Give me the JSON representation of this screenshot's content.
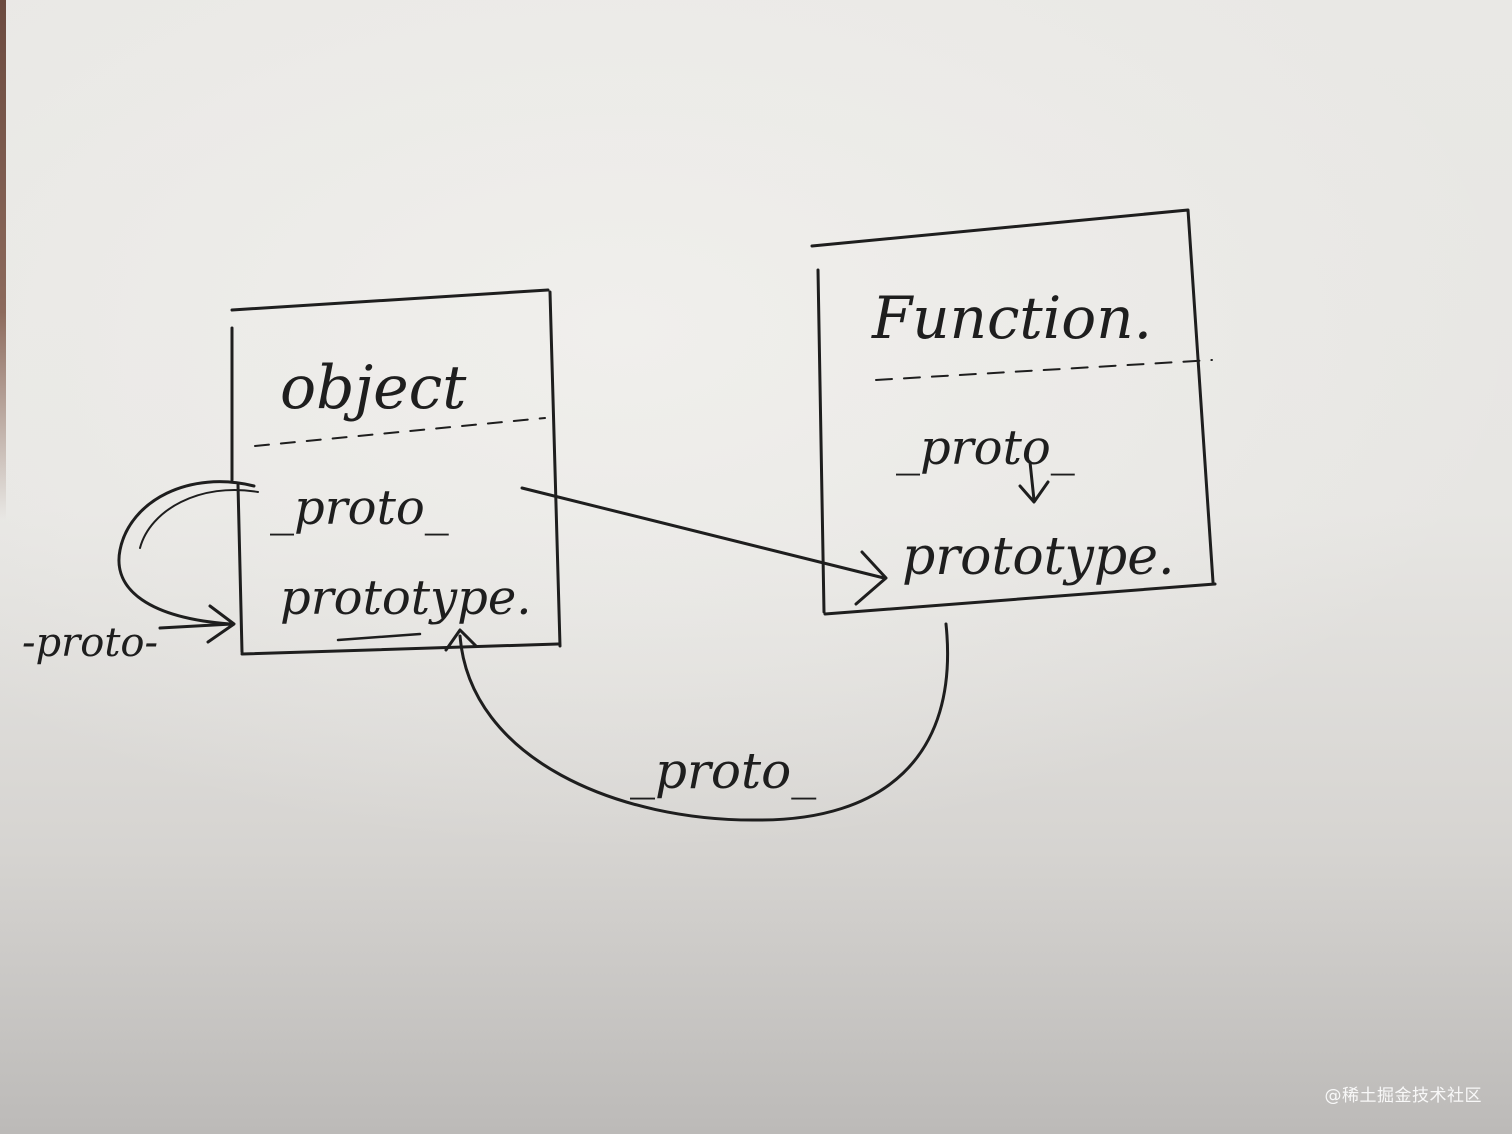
{
  "object_box": {
    "title": "object",
    "proto": "_proto_",
    "prototype": "prototype."
  },
  "function_box": {
    "title": "Function.",
    "proto": "_proto_",
    "prototype": "prototype."
  },
  "labels": {
    "self_loop": "-proto-",
    "bottom_curve": "_proto_"
  },
  "watermark": "@稀土掘金技术社区",
  "colors": {
    "ink": "#1e1e1e",
    "paper": "#e9e8e5"
  }
}
